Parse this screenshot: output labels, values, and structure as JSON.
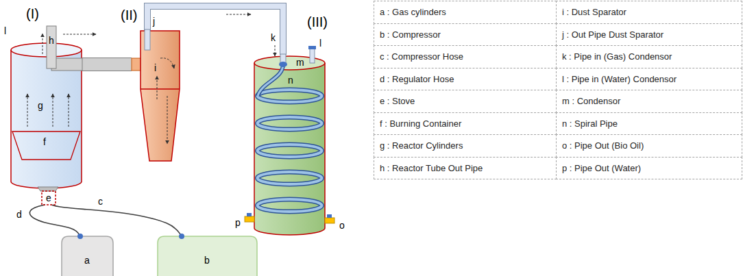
{
  "diagram": {
    "nodes": [
      {
        "text": [
          "(I)",
          "g"
        ]
      },
      {
        "text": [
          "f"
        ],
        "in": 0
      },
      {
        "text": [
          "e"
        ]
      },
      {
        "text": [
          "(II)",
          "i"
        ]
      },
      {
        "text": [
          "(III)",
          "m"
        ]
      },
      {
        "text": [
          "a"
        ]
      },
      {
        "text": [
          "b"
        ]
      }
    ],
    "edges": [
      {
        "from": 5,
        "to": 2,
        "arrow": "none",
        "label": "d"
      },
      {
        "from": 6,
        "to": 2,
        "arrow": "none",
        "label": "c"
      },
      {
        "from": 0,
        "to": 3,
        "arrow": "none"
      },
      {
        "from": 3,
        "to": 4,
        "arrow": "none"
      }
    ],
    "labels": [
      "l",
      "h",
      "j",
      "k",
      "l",
      "n",
      "p",
      "o",
      "a : Gas cylinders",
      "i : Dust Sparator",
      "b : Compressor",
      "j : Out Pipe Dust Sparator",
      "c : Compressor Hose",
      "k : Pipe in (Gas) Condensor",
      "d : Regulator Hose",
      "l : Pipe in (Water) Condensor",
      "e : Stove",
      "m : Condensor",
      "f : Burning Container",
      "n : Spiral Pipe",
      "g : Reactor Cylinders",
      "o : Pipe Out (Bio Oil)",
      "h : Reactor Tube Out Pipe",
      "p : Pipe Out (Water)"
    ]
  }
}
